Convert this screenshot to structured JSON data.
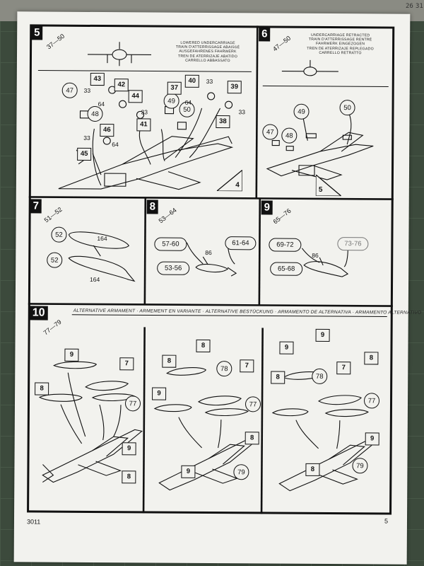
{
  "sheet": {
    "step5": {
      "number": "5",
      "range": "37—50",
      "caption": [
        "LOWERED UNDERCARRIAGE",
        "TRAIN D'ATTERRISSAGE ABAISSÉ",
        "AUSGEFAHRENES FAHRWERK",
        "TREN DE ATERRIZAJE ABATIDO",
        "CARRELLO ABBASSATO"
      ],
      "parts": [
        "47",
        "48",
        "43",
        "33",
        "64",
        "42",
        "44",
        "33",
        "41",
        "46",
        "33",
        "64",
        "45",
        "49",
        "50",
        "40",
        "33",
        "37",
        "64",
        "38",
        "39",
        "33"
      ],
      "ref": "4"
    },
    "step6": {
      "number": "6",
      "range": "47—50",
      "caption": [
        "UNDERCARRIAGE RETRACTED",
        "TRAIN D'ATTERRISSAGE RENTRÉ",
        "FAHRWERK EINGEZOGEN",
        "TREN DE ATERRIZAJE REPLEGADO",
        "CARRELLO RETRATTO"
      ],
      "parts": [
        "49",
        "50",
        "47",
        "48"
      ],
      "ref": "5"
    },
    "step7": {
      "number": "7",
      "range": "51—52",
      "parts": [
        "52",
        "52",
        "164",
        "164"
      ]
    },
    "step8": {
      "number": "8",
      "range": "53—64",
      "parts": [
        "57-60",
        "61-64",
        "86",
        "53-56"
      ]
    },
    "step9": {
      "number": "9",
      "range": "65—76",
      "parts": [
        "69-72",
        "73-76",
        "86",
        "65-68"
      ]
    },
    "step10": {
      "number": "10",
      "range": "77—79",
      "caption": "ALTERNATIVE ARMAMENT · ARMEMENT EN VARIANTE · ALTERNATIVE BESTÜCKUNG · ARMAMENTO DE ALTERNATIVA · ARMAMENTO ALTERNATIVO",
      "panel1": [
        "9",
        "7",
        "8",
        "77",
        "9",
        "8"
      ],
      "panel2": [
        "8",
        "78",
        "7",
        "8",
        "9",
        "77",
        "8",
        "9",
        "79"
      ],
      "panel3": [
        "9",
        "9",
        "78",
        "7",
        "8",
        "8",
        "77",
        "9",
        "8",
        "79"
      ]
    },
    "footer": {
      "code": "3011",
      "page": "5"
    }
  },
  "ruler": {
    "marks": [
      "26",
      "31"
    ]
  }
}
